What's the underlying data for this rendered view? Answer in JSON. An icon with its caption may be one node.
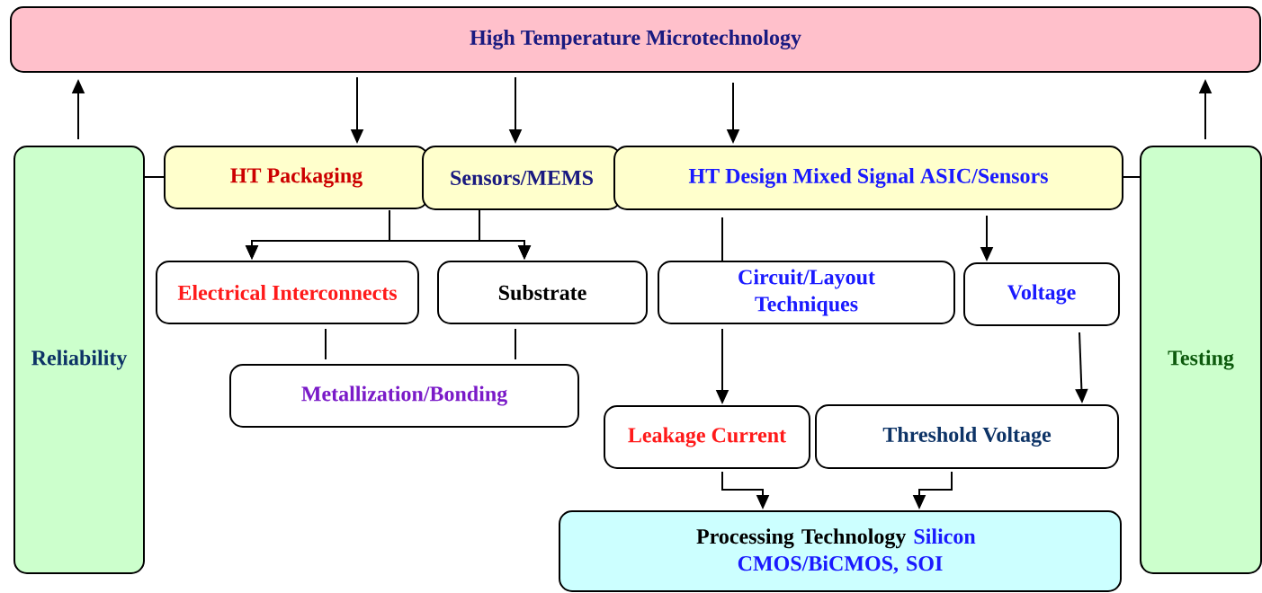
{
  "diagram": {
    "nodes": [
      {
        "text": [
          "High Temperature Microtechnology"
        ]
      },
      {
        "text": [
          "Reliability"
        ]
      },
      {
        "text": [
          "HT Packaging"
        ]
      },
      {
        "text": [
          "Sensors/MEMS"
        ]
      },
      {
        "text": [
          "HT Design Mixed Signal ASIC/Sensors"
        ]
      },
      {
        "text": [
          "Testing"
        ]
      },
      {
        "text": [
          "Electrical Interconnects"
        ]
      },
      {
        "text": [
          "Substrate"
        ]
      },
      {
        "text": [
          "Circuit/Layout Techniques"
        ]
      },
      {
        "text": [
          "Voltage"
        ]
      },
      {
        "text": [
          "Metallization/Bonding"
        ]
      },
      {
        "text": [
          "Leakage Current"
        ]
      },
      {
        "text": [
          "Threshold Voltage"
        ]
      },
      {
        "text": [
          "Processing Technology",
          "Silicon CMOS/BiCMOS, SOI"
        ]
      }
    ],
    "edges": [
      {
        "from": 1,
        "to": 0,
        "arrow": "to"
      },
      {
        "from": 5,
        "to": 0,
        "arrow": "to"
      },
      {
        "from": 0,
        "to": 2,
        "arrow": "to"
      },
      {
        "from": 0,
        "to": 3,
        "arrow": "to"
      },
      {
        "from": 0,
        "to": 4,
        "arrow": "to"
      },
      {
        "from": 1,
        "to": 2,
        "arrow": "none"
      },
      {
        "from": 4,
        "to": 5,
        "arrow": "none"
      },
      {
        "from": 2,
        "to": 6,
        "arrow": "to"
      },
      {
        "from": 2,
        "to": 7,
        "arrow": "to"
      },
      {
        "from": 3,
        "to": 6,
        "arrow": "to"
      },
      {
        "from": 3,
        "to": 7,
        "arrow": "to"
      },
      {
        "from": 6,
        "to": 10,
        "arrow": "none"
      },
      {
        "from": 7,
        "to": 10,
        "arrow": "none"
      },
      {
        "from": 4,
        "to": 8,
        "arrow": "none"
      },
      {
        "from": 4,
        "to": 9,
        "arrow": "to"
      },
      {
        "from": 8,
        "to": 11,
        "arrow": "to"
      },
      {
        "from": 9,
        "to": 12,
        "arrow": "to"
      },
      {
        "from": 11,
        "to": 13,
        "arrow": "to"
      },
      {
        "from": 12,
        "to": 13,
        "arrow": "to"
      }
    ]
  }
}
